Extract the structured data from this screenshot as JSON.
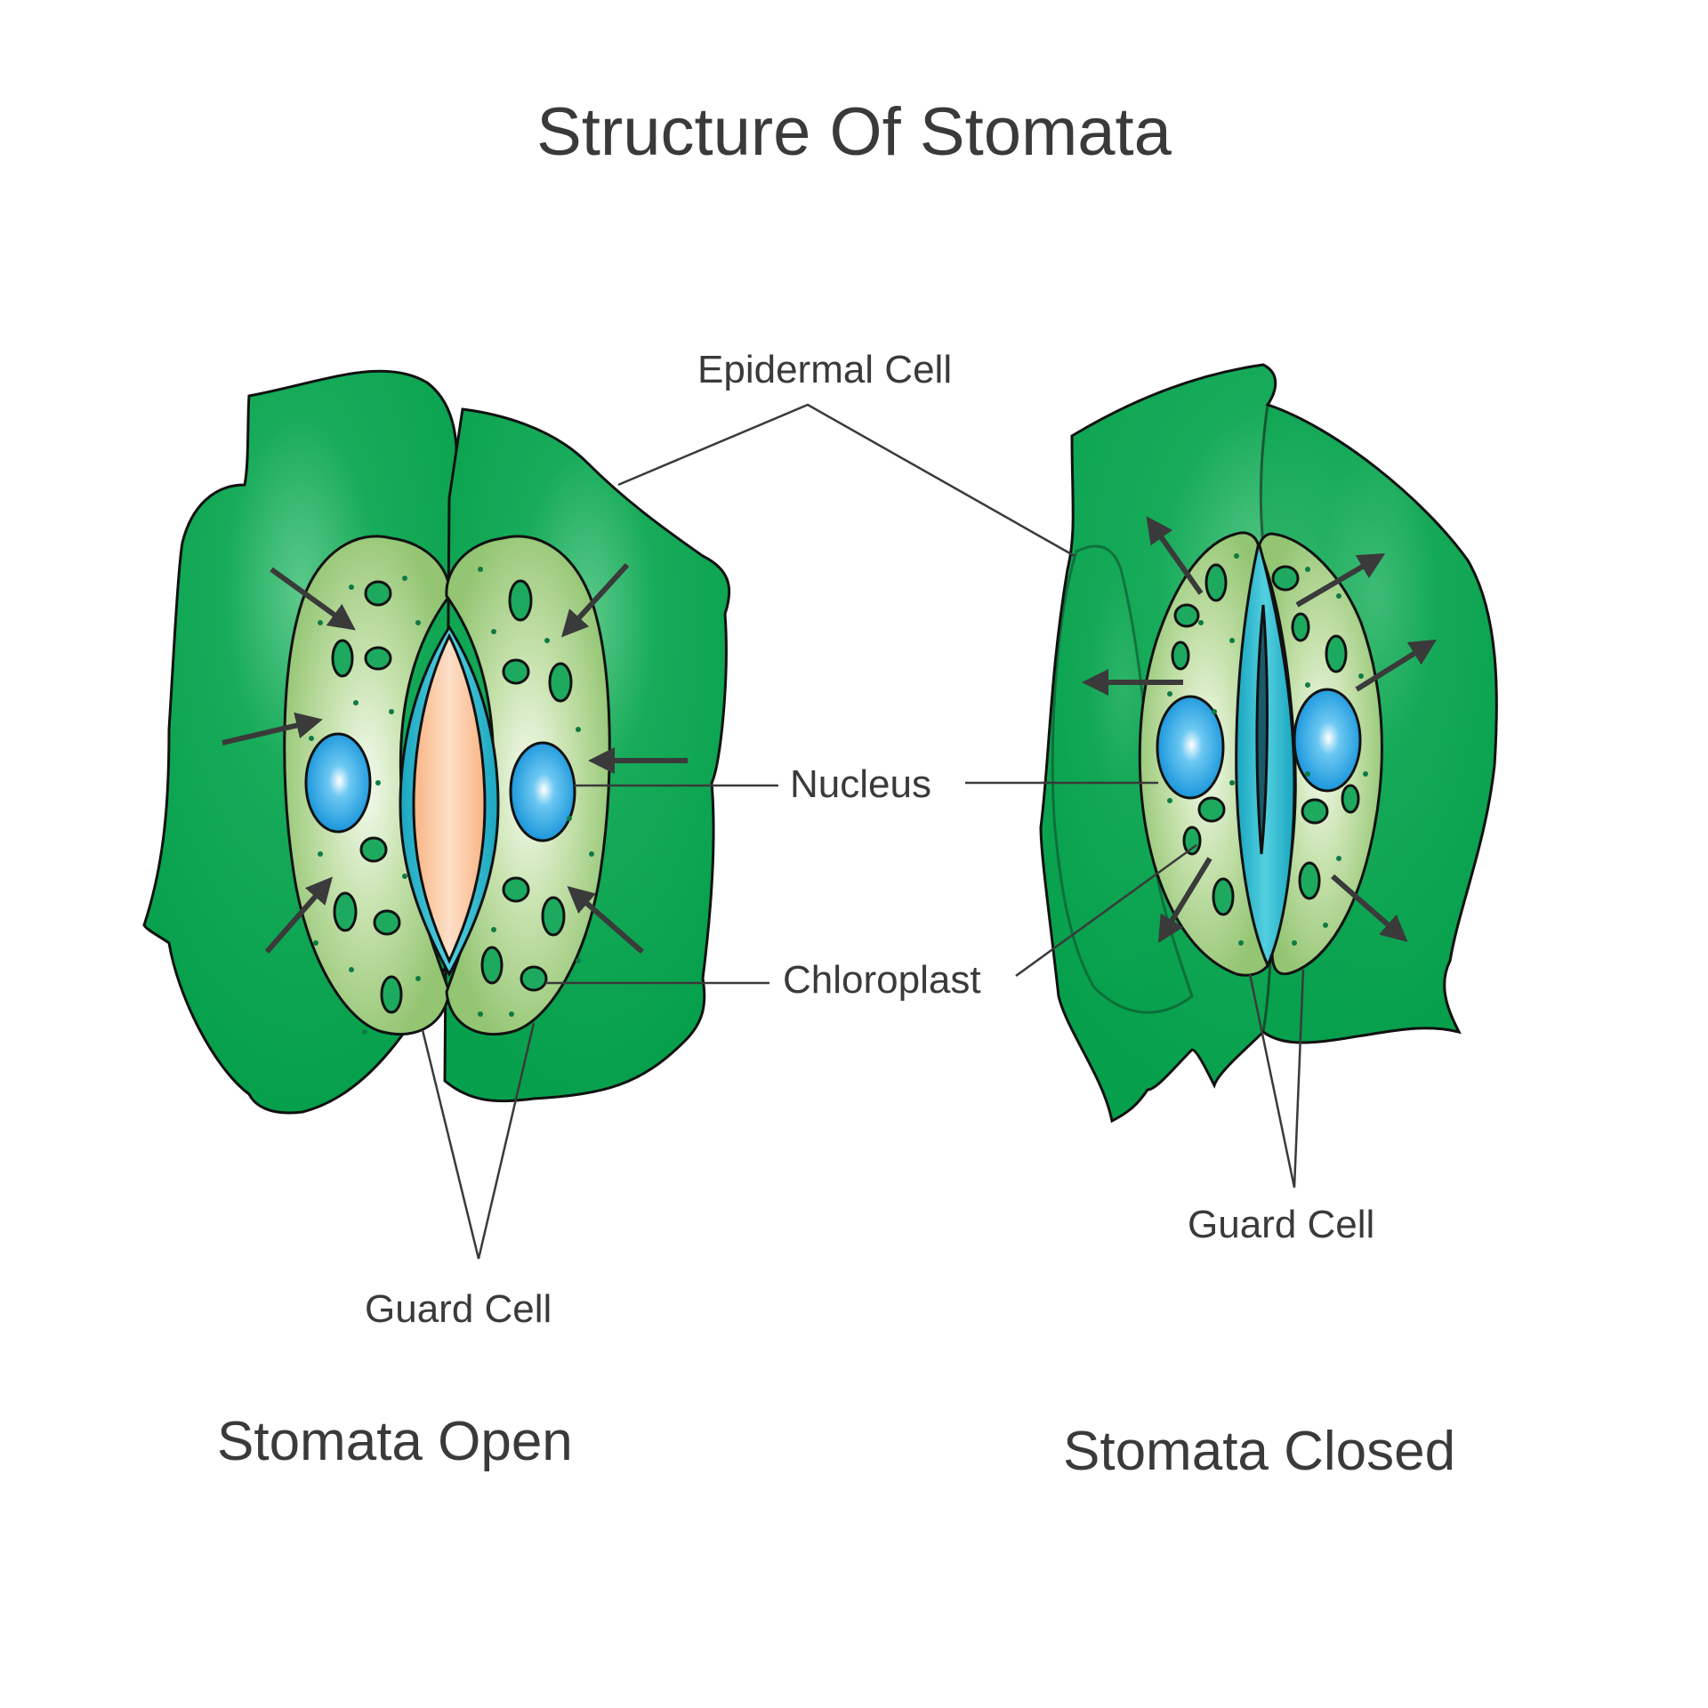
{
  "title": "Structure Of Stomata",
  "labels": {
    "epidermal_cell": "Epidermal Cell",
    "nucleus": "Nucleus",
    "chloroplast": "Chloroplast",
    "guard_cell_open": "Guard Cell",
    "guard_cell_closed": "Guard Cell"
  },
  "captions": {
    "open": "Stomata Open",
    "closed": "Stomata Closed"
  },
  "colors": {
    "epidermal_green": "#0aa650",
    "guard_cell_green": "#93c572",
    "chloroplast_green": "#1daa5e",
    "nucleus_blue": "#1e9fe0",
    "pore_peach": "#fbbf8f",
    "pore_teal": "#2ab5c8",
    "text": "#3a3a3a"
  }
}
